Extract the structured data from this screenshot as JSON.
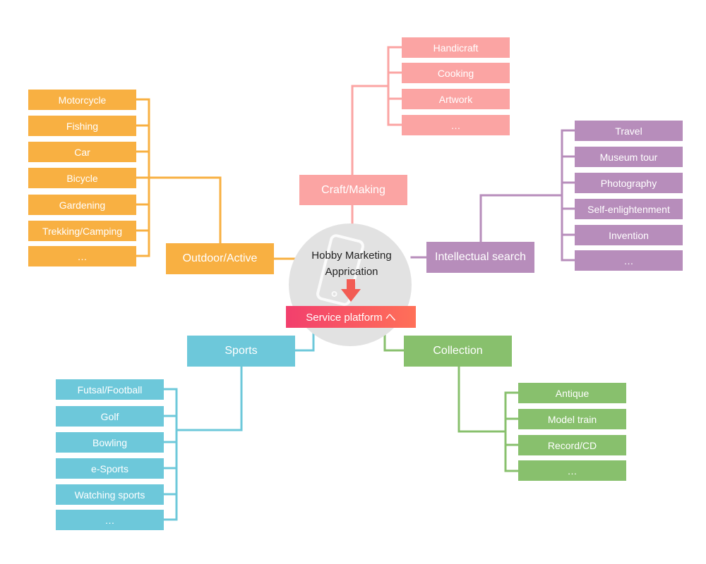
{
  "center": {
    "title_line1": "Hobby Marketing",
    "title_line2": "Apprication",
    "platform_label": "Service platform へ"
  },
  "colors": {
    "outdoor": "#f8b042",
    "craft": "#fba4a3",
    "intellectual": "#b78dbb",
    "sports": "#6dc8da",
    "collection": "#88c06d",
    "center_circle": "#e2e2e2",
    "arrow": "#f25c54"
  },
  "icons": [
    "smartphone-icon",
    "down-arrow-icon"
  ],
  "categories": {
    "outdoor": {
      "label": "Outdoor/Active",
      "items": [
        "Motorcycle",
        "Fishing",
        "Car",
        "Bicycle",
        "Gardening",
        "Trekking/Camping",
        "…"
      ]
    },
    "craft": {
      "label": "Craft/Making",
      "items": [
        "Handicraft",
        "Cooking",
        "Artwork",
        "…"
      ]
    },
    "intellectual": {
      "label": "Intellectual search",
      "items": [
        "Travel",
        "Museum tour",
        "Photography",
        "Self-enlightenment",
        "Invention",
        "…"
      ]
    },
    "sports": {
      "label": "Sports",
      "items": [
        "Futsal/Football",
        "Golf",
        "Bowling",
        "e-Sports",
        "Watching sports",
        "…"
      ]
    },
    "collection": {
      "label": "Collection",
      "items": [
        "Antique",
        "Model train",
        "Record/CD",
        "…"
      ]
    }
  }
}
